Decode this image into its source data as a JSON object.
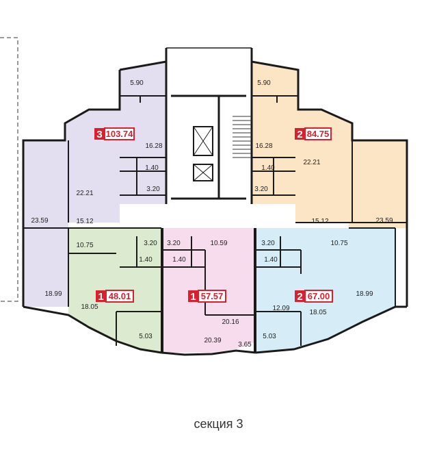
{
  "caption": "секция 3",
  "colors": {
    "purple": "#e3def0",
    "orange": "#fbe5c4",
    "green": "#dcebcf",
    "pink": "#f6dcec",
    "blue": "#d6ecf7",
    "badge": "#d9202f",
    "wall": "#1a1a1a"
  },
  "apartments": [
    {
      "rooms": "3",
      "area": "103.74",
      "color": "purple"
    },
    {
      "rooms": "2",
      "area": "84.75",
      "color": "orange"
    },
    {
      "rooms": "1",
      "area": "48.01",
      "color": "green"
    },
    {
      "rooms": "1",
      "area": "57.57",
      "color": "pink"
    },
    {
      "rooms": "2",
      "area": "67.00",
      "color": "blue"
    }
  ],
  "room_areas": [
    "5.90",
    "16.28",
    "1.40",
    "22.21",
    "3.20",
    "23.59",
    "15.12",
    "5.90",
    "16.28",
    "1.40",
    "22.21",
    "3.20",
    "15.12",
    "23.59",
    "10.75",
    "3.20",
    "1.40",
    "18.99",
    "18.05",
    "5.03",
    "3.20",
    "10.59",
    "1.40",
    "20.16",
    "20.39",
    "3.65",
    "3.20",
    "10.75",
    "1.40",
    "12.09",
    "18.05",
    "18.99",
    "5.03"
  ]
}
